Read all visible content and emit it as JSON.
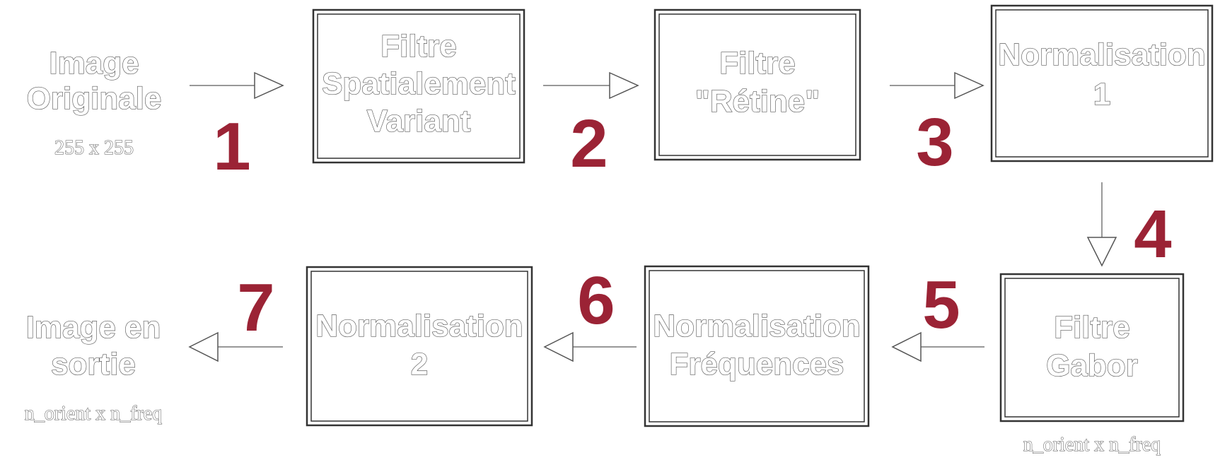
{
  "input": {
    "title_lines": [
      "Image",
      "Originale"
    ],
    "size": "255 x 255"
  },
  "output": {
    "title_lines": [
      "Image en",
      "sortie"
    ],
    "size": "n_orient x n_freq"
  },
  "blocks": {
    "spatial_filter": [
      "Filtre",
      "Spatialement",
      "Variant"
    ],
    "retina_filter": [
      "Filtre",
      "\"Rétine\""
    ],
    "normalisation_1": [
      "Normalisation",
      "1"
    ],
    "gabor_filter": [
      "Filtre",
      "Gabor"
    ],
    "frequency_normalisation": [
      "Normalisation",
      "Fréquences"
    ],
    "normalisation_2": [
      "Normalisation",
      "2"
    ]
  },
  "gabor_size": "n_orient x n_freq",
  "steps": [
    "1",
    "2",
    "3",
    "4",
    "5",
    "6",
    "7"
  ],
  "colors": {
    "step_number": "#9b2335",
    "box_border": "#333333",
    "text_outline": "#5a5a5a"
  }
}
